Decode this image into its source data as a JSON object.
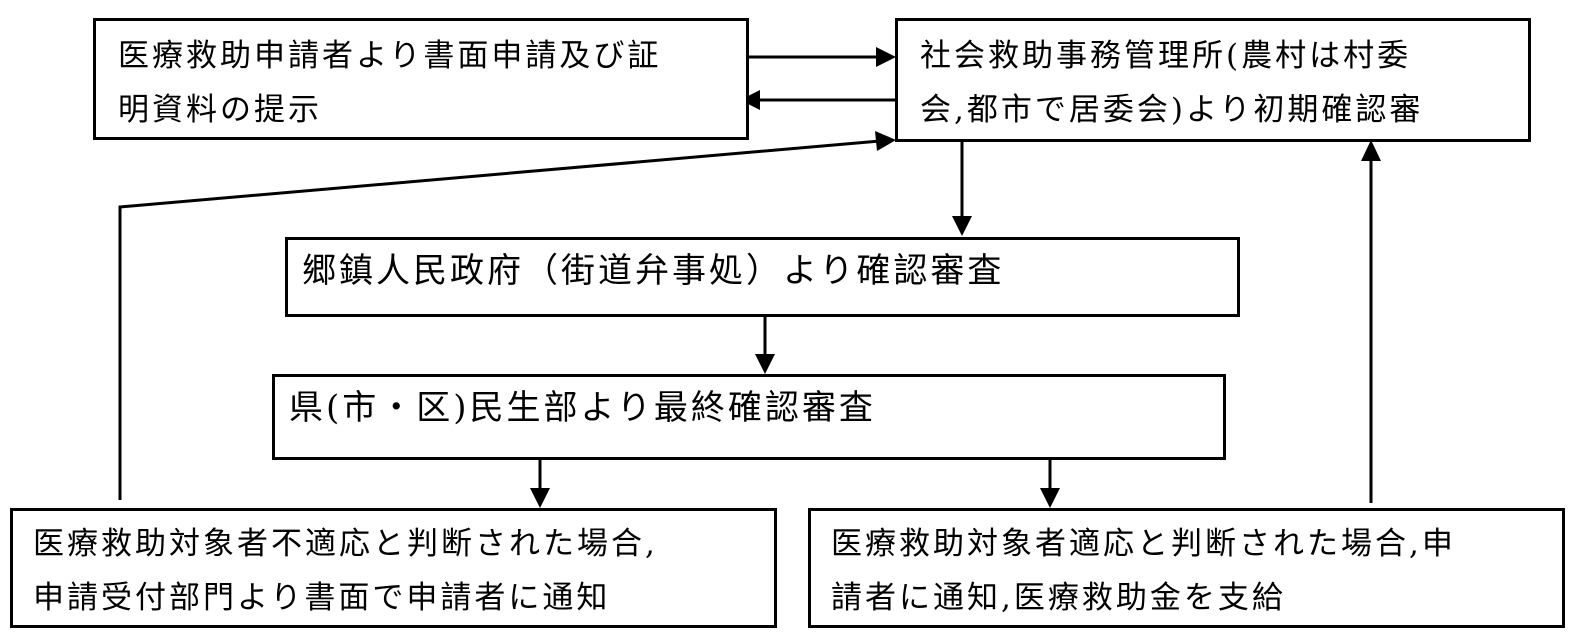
{
  "diagram": {
    "type": "flowchart",
    "nodes": {
      "application": {
        "line1": "医療救助申請者より書面申請及び証",
        "line2": "明資料の提示"
      },
      "initial_review": {
        "line1": "社会救助事務管理所(農村は村委",
        "line2": "会,都市で居委会)より初期確認審"
      },
      "township_review": {
        "line1": "郷鎮人民政府（街道弁事処）より確認審査"
      },
      "final_review": {
        "line1": "県(市・区)民生部より最終確認審査"
      },
      "rejected": {
        "line1": "医療救助対象者不適応と判断された場合,",
        "line2": "申請受付部門より書面で申請者に通知"
      },
      "approved": {
        "line1": "医療救助対象者適応と判断された場合,申",
        "line2": "請者に通知,医療救助金を支給"
      }
    },
    "edges": [
      {
        "from": "application",
        "to": "initial_review"
      },
      {
        "from": "initial_review",
        "to": "application"
      },
      {
        "from": "initial_review",
        "to": "township_review"
      },
      {
        "from": "township_review",
        "to": "final_review"
      },
      {
        "from": "final_review",
        "to": "rejected"
      },
      {
        "from": "final_review",
        "to": "approved"
      },
      {
        "from": "rejected",
        "to": "initial_review"
      },
      {
        "from": "approved",
        "to": "initial_review"
      }
    ]
  }
}
